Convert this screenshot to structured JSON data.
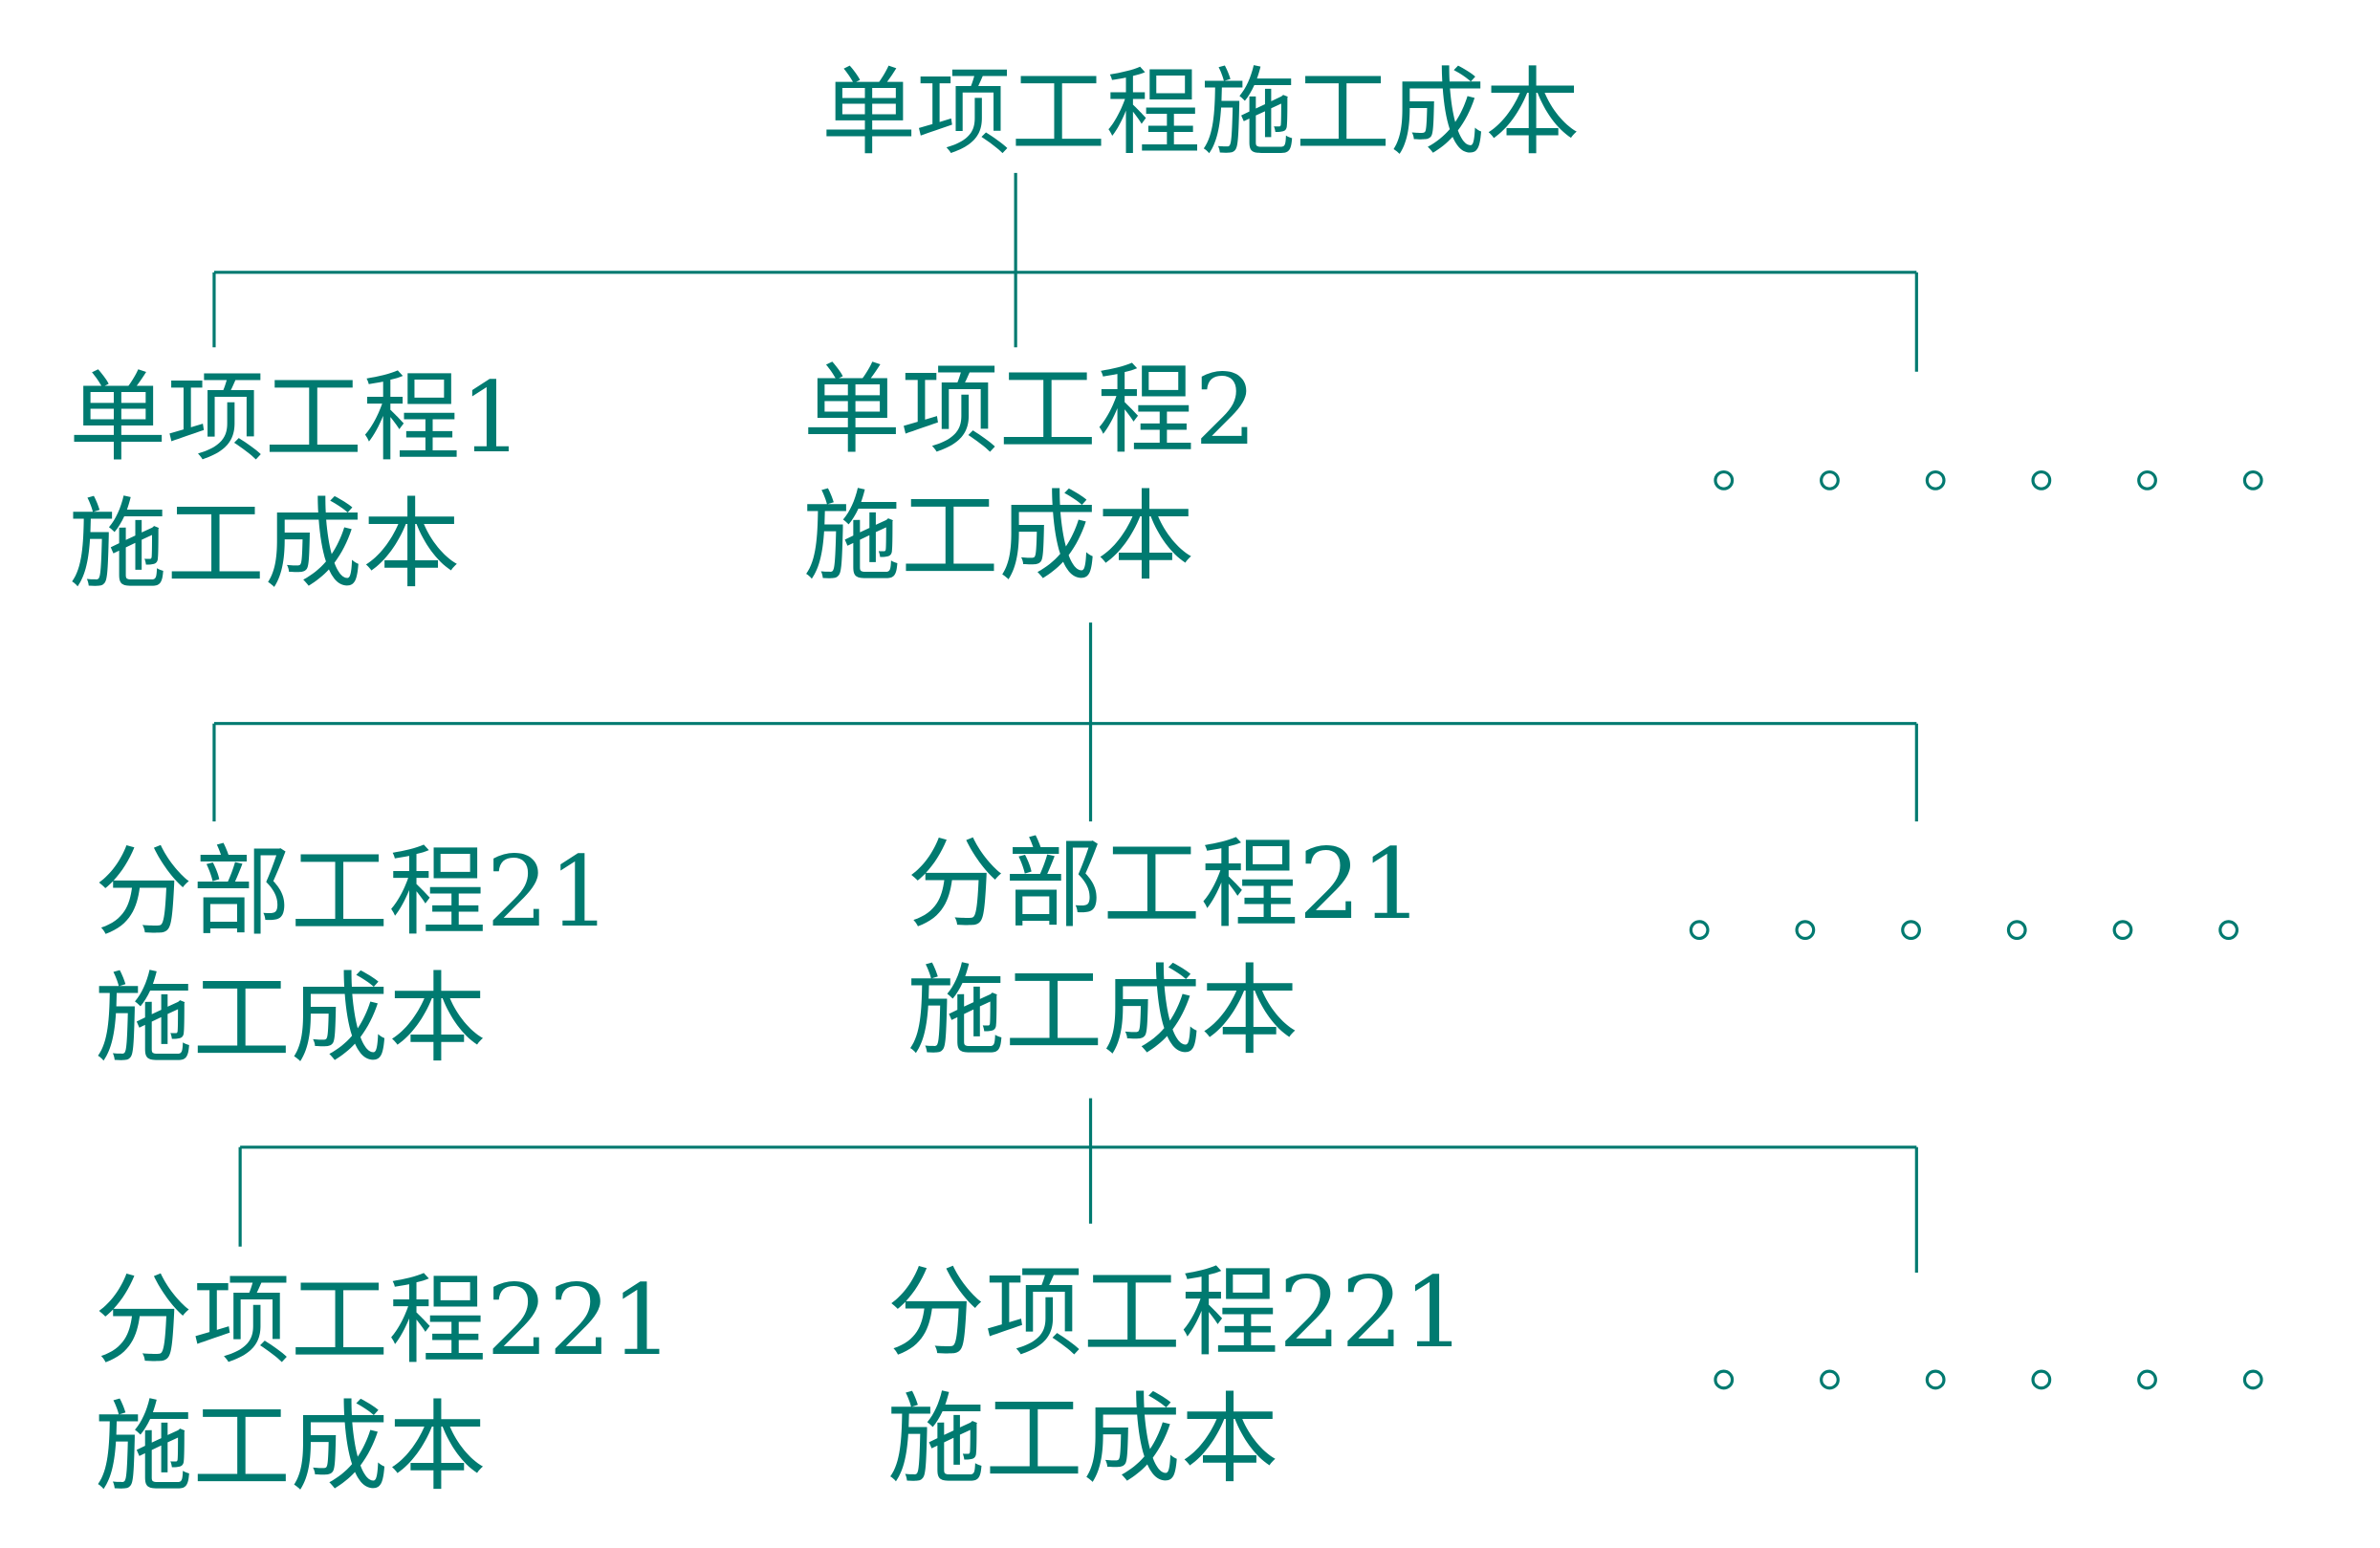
{
  "color": "#007a70",
  "root": {
    "label": "单项工程施工成本"
  },
  "level1": [
    {
      "line1": "单项工程1",
      "line2": "施工成本"
    },
    {
      "line1": "单项工程2",
      "line2": "施工成本"
    }
  ],
  "level2": [
    {
      "line1": "分部工程21",
      "line2": "施工成本"
    },
    {
      "line1": "分部工程21",
      "line2": "施工成本"
    }
  ],
  "level3": [
    {
      "line1": "分项工程221",
      "line2": "施工成本"
    },
    {
      "line1": "分项工程221",
      "line2": "施工成本"
    }
  ],
  "ellipsis_dots": 6
}
